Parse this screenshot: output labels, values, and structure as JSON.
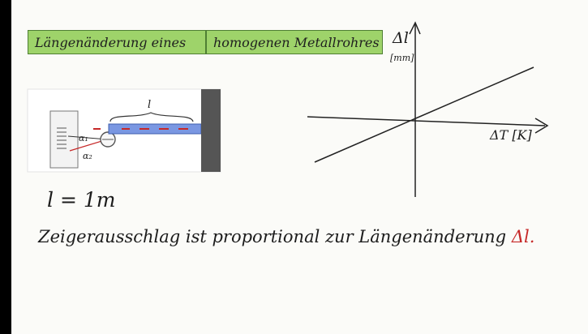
{
  "header": {
    "title_part1": "Längenänderung eines",
    "title_part2": "homogenen Metallrohres"
  },
  "diagram": {
    "length_label": "l",
    "scale_label_1": "α₁",
    "scale_label_2": "α₂"
  },
  "graph": {
    "y_label": "Δl",
    "y_unit": "[mm]",
    "x_label": "ΔT [K]"
  },
  "notes": {
    "length_value": "l = 1m",
    "statement": "Zeigerausschlag ist proportional zur Längenänderung",
    "statement_symbol": "Δl."
  },
  "colors": {
    "title_green": "#9ed36a",
    "accent_red": "#c62828",
    "pipe_blue": "#6d8ee0"
  }
}
